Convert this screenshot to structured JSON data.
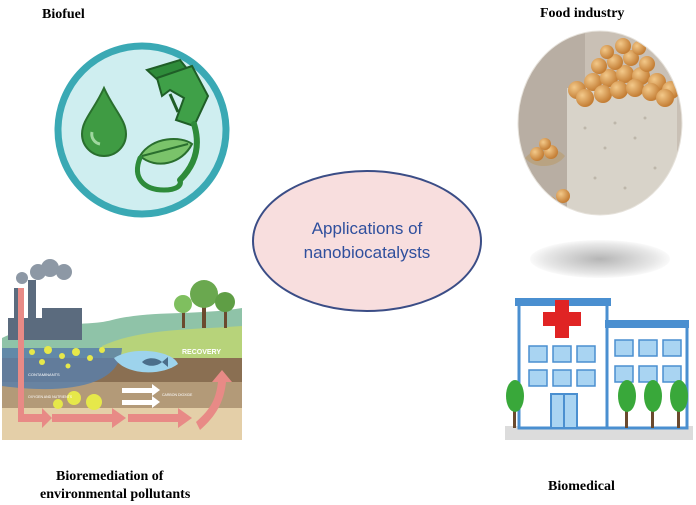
{
  "center": {
    "line1": "Applications of",
    "line2": "nanobiocatalysts"
  },
  "labels": {
    "biofuel": "Biofuel",
    "food_industry": "Food industry",
    "bioremediation_line1": "Bioremediation of",
    "bioremediation_line2": "environmental pollutants",
    "biomedical": "Biomedical"
  },
  "bioremediation_image_text": {
    "recovery": "RECOVERY",
    "contaminants": "CONTAMINANTS",
    "oxygen": "OXYGEN AND NUTRIENTS",
    "carbon": "CARBON DIOXIDE"
  },
  "colors": {
    "biofuel_ring": "#3aa9b4",
    "biofuel_bg": "#cfeef0",
    "fuel_green": "#2e8b3a",
    "center_fill": "#f8dede",
    "center_border": "#3b4d86",
    "center_text": "#2f4f9d",
    "hospital_cross": "#e02424",
    "arrow_pink": "#e88a86"
  }
}
